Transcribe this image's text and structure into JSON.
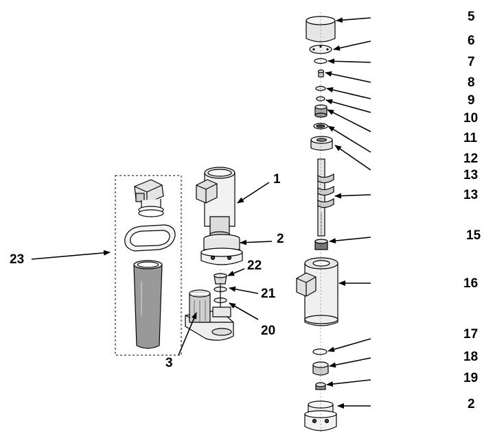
{
  "callouts": {
    "c1": "1",
    "c2a": "2",
    "c2b": "2",
    "c3": "3",
    "c5": "5",
    "c6": "6",
    "c7": "7",
    "c8": "8",
    "c9": "9",
    "c10": "10",
    "c11": "11",
    "c12": "12",
    "c13a": "13",
    "c13b": "13",
    "c15": "15",
    "c16": "16",
    "c17": "17",
    "c18": "18",
    "c19": "19",
    "c20": "20",
    "c21": "21",
    "c22": "22",
    "c23": "23"
  }
}
